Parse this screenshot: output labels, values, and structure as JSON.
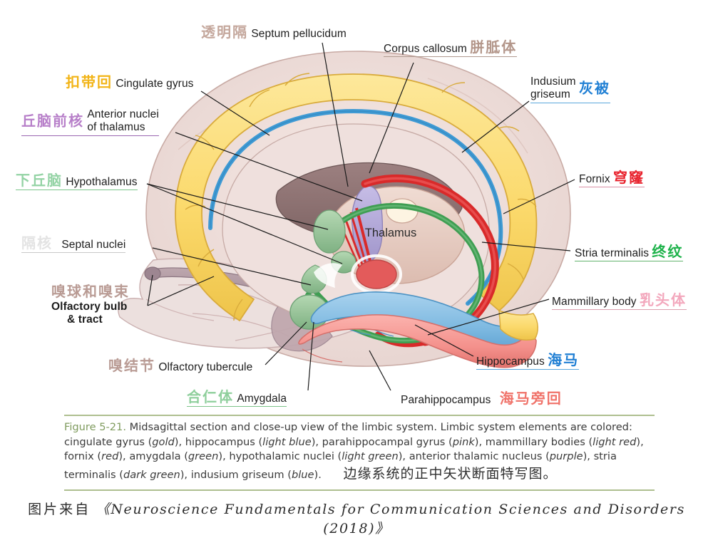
{
  "figure": {
    "thalamus_label": "Thalamus",
    "caption_figno": "Figure 5-21.",
    "caption_body": " Midsagittal section and close-up view of the limbic system. Limbic system elements are colored: cingulate gyrus (gold), hippocampus (light blue), parahippocampal gyrus (pink), mammillary bodies (light red), fornix (red), amygdala (green), hypothalamic nuclei (light green), anterior thalamic nucleus (purple), stria terminalis (dark green), indusium griseum (blue).",
    "caption_cn": "边缘系统的正中矢状断面特写图。",
    "source_cn": "图片来自",
    "source_en": "《Neuroscience Fundamentals for Communication Sciences and Disorders (2018)》"
  },
  "labels": [
    {
      "id": "septum-pellucidum",
      "cn": "透明隔",
      "en": "Septum pellucidum",
      "cn_color": "#c4a79c"
    },
    {
      "id": "corpus-callosum",
      "en": "Corpus callosum",
      "cn": "胼胝体",
      "cn_color": "#b3968a"
    },
    {
      "id": "cingulate-gyrus",
      "cn": "扣带回",
      "en": "Cingulate gyrus",
      "cn_color": "#f2b417"
    },
    {
      "id": "indusium-griseum",
      "en": "Indusium",
      "en2": "griseum",
      "cn": "灰被",
      "cn_color": "#1f7fd4"
    },
    {
      "id": "anterior-nuclei-thalamus",
      "cn": "丘脑前核",
      "en": "Anterior nuclei",
      "en2": "of thalamus",
      "cn_color": "#b77fc9"
    },
    {
      "id": "fornix",
      "en": "Fornix",
      "cn": "穹窿",
      "cn_color": "#e8202b"
    },
    {
      "id": "hypothalamus",
      "cn": "下丘脑",
      "en": "Hypothalamus",
      "cn_color": "#94d3a5"
    },
    {
      "id": "septal-nuclei",
      "cn": "隔核",
      "en": "Septal nuclei",
      "cn_color": "#e3e3e3"
    },
    {
      "id": "stria-terminalis",
      "en": "Stria terminalis",
      "cn": "终纹",
      "cn_color": "#1db24a"
    },
    {
      "id": "olfactory-bulb-tract",
      "cn": "嗅球和嗅束",
      "en": "Olfactory bulb",
      "en2": "& tract",
      "cn_color": "#b99b94"
    },
    {
      "id": "mammillary-body",
      "en": "Mammillary body",
      "cn": "乳头体",
      "cn_color": "#f3a8bd"
    },
    {
      "id": "olfactory-tubercule",
      "cn": "嗅结节",
      "en": "Olfactory tubercule",
      "cn_color": "#b99b94"
    },
    {
      "id": "hippocampus",
      "en": "Hippocampus",
      "cn": "海马",
      "cn_color": "#1f7fd4"
    },
    {
      "id": "amygdala",
      "cn": "合仁体",
      "en": "Amygdala",
      "cn_color": "#8fcf9c"
    },
    {
      "id": "parahippocampus",
      "en": "Parahippocampus",
      "cn": "海马旁回",
      "cn_color": "#f0736a"
    }
  ],
  "colors": {
    "cingulate_gold": "#fbd96b",
    "hippocampus_blue": "#7cb8e0",
    "parahippocampal_pink": "#f4918c",
    "mammillary_lightred": "#e35b5b",
    "fornix_red": "#d92a2a",
    "amygdala_green": "#8cc08f",
    "hypothalamic_lightgreen": "#b3d6ae",
    "anterior_thalamic_purple": "#b0a6d6",
    "stria_darkgreen": "#3f9e52",
    "indusium_blue": "#3f9ad4",
    "thalamus_tan": "#e8cfc6",
    "septum_brown": "#8e7070",
    "brain_bg": "#efe0dc",
    "olfactory_mauve": "#a89099",
    "caption_rule": "#aebf8f",
    "figno_green": "#7f9b5e"
  }
}
